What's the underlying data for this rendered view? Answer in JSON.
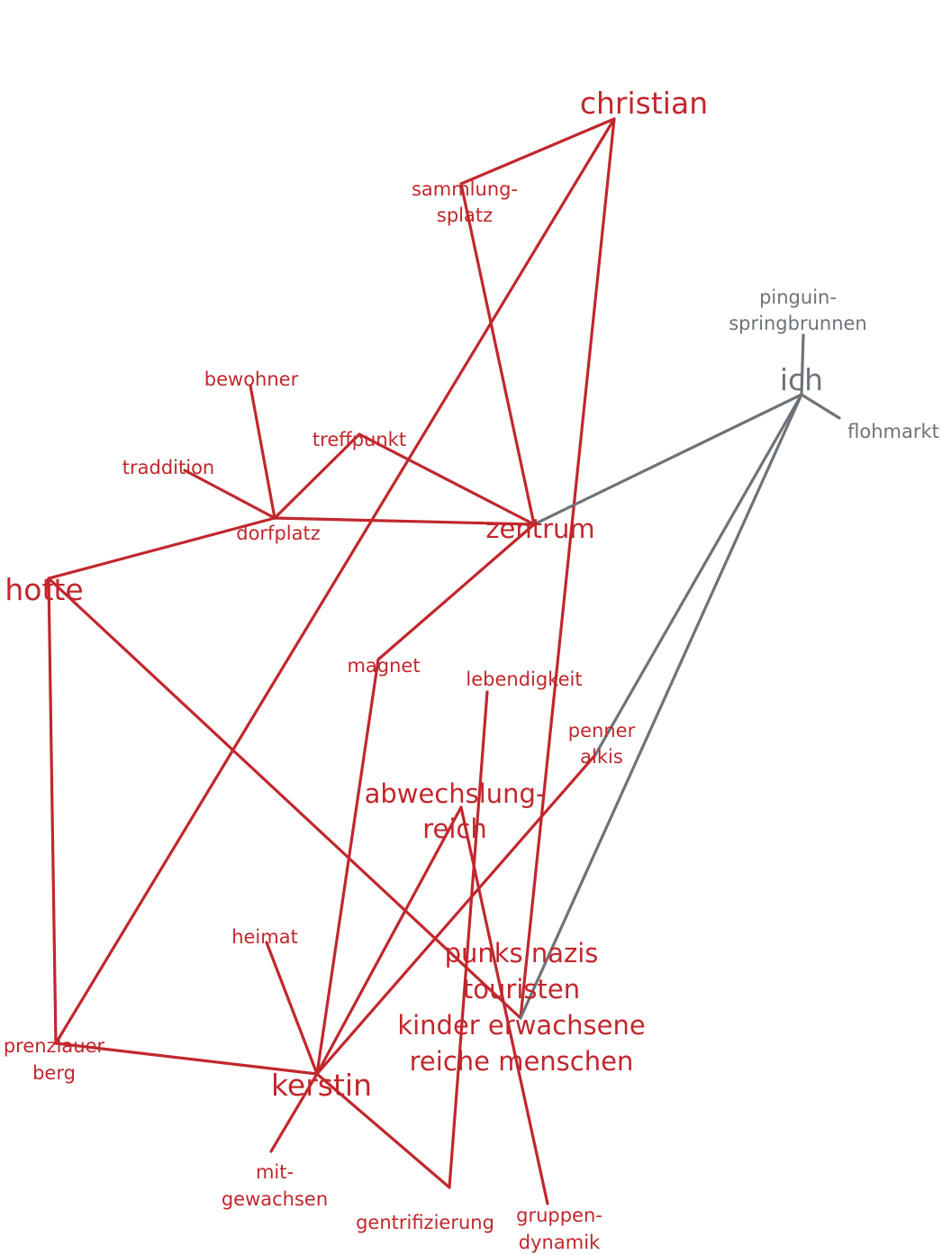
{
  "colors": {
    "red": "#c1272d",
    "gray": "#6d7378"
  },
  "nodes": {
    "christian": {
      "lines": [
        "christian"
      ],
      "color": "red"
    },
    "sammlungsplatz": {
      "lines": [
        "sammlung-",
        "splatz"
      ],
      "color": "red"
    },
    "pinguin": {
      "lines": [
        "pinguin-",
        "springbrunnen"
      ],
      "color": "gray"
    },
    "ich": {
      "lines": [
        "ich"
      ],
      "color": "gray"
    },
    "flohmarkt": {
      "lines": [
        "flohmarkt"
      ],
      "color": "gray"
    },
    "bewohner": {
      "lines": [
        "bewohner"
      ],
      "color": "red"
    },
    "treffpunkt": {
      "lines": [
        "treffpunkt"
      ],
      "color": "red"
    },
    "traddition": {
      "lines": [
        "traddition"
      ],
      "color": "red"
    },
    "dorfplatz": {
      "lines": [
        "dorfplatz"
      ],
      "color": "red"
    },
    "zentrum": {
      "lines": [
        "zentrum"
      ],
      "color": "red"
    },
    "hotte": {
      "lines": [
        "hotte"
      ],
      "color": "red"
    },
    "magnet": {
      "lines": [
        "magnet"
      ],
      "color": "red"
    },
    "lebendigkeit": {
      "lines": [
        "lebendigkeit"
      ],
      "color": "red"
    },
    "penner": {
      "lines": [
        "penner",
        "alkis"
      ],
      "color": "red"
    },
    "abwechslung": {
      "lines": [
        "abwechslung-",
        "reich"
      ],
      "color": "red"
    },
    "heimat": {
      "lines": [
        "heimat"
      ],
      "color": "red"
    },
    "punks": {
      "lines": [
        "punks nazis",
        "touristen",
        "kinder erwachsene",
        "reiche menschen"
      ],
      "color": "red"
    },
    "prenzlauer": {
      "lines": [
        "prenzlauer",
        "berg"
      ],
      "color": "red"
    },
    "kerstin": {
      "lines": [
        "kerstin"
      ],
      "color": "red"
    },
    "mitgewachsen": {
      "lines": [
        "mit-",
        "gewachsen"
      ],
      "color": "red"
    },
    "gentrifizierung": {
      "lines": [
        "gentrifizierung"
      ],
      "color": "red"
    },
    "gruppendynamik": {
      "lines": [
        "gruppen-",
        "dynamik"
      ],
      "color": "red"
    }
  },
  "edges": [
    {
      "from": "christian",
      "to": "sammlungsplatz",
      "color": "red"
    },
    {
      "from": "christian",
      "to": "prenzlauer",
      "color": "red"
    },
    {
      "from": "christian",
      "to": "punks",
      "color": "red"
    },
    {
      "from": "sammlungsplatz",
      "to": "zentrum",
      "color": "red"
    },
    {
      "from": "bewohner",
      "to": "dorfplatz",
      "color": "red"
    },
    {
      "from": "traddition",
      "to": "dorfplatz",
      "color": "red"
    },
    {
      "from": "treffpunkt",
      "to": "dorfplatz",
      "color": "red"
    },
    {
      "from": "treffpunkt",
      "to": "zentrum",
      "color": "red"
    },
    {
      "from": "dorfplatz",
      "to": "zentrum",
      "color": "red"
    },
    {
      "from": "dorfplatz",
      "to": "hotte",
      "color": "red"
    },
    {
      "from": "zentrum",
      "to": "magnet",
      "color": "red"
    },
    {
      "from": "hotte",
      "to": "prenzlauer",
      "color": "red"
    },
    {
      "from": "hotte",
      "to": "punks",
      "color": "red"
    },
    {
      "from": "magnet",
      "to": "kerstin",
      "color": "red"
    },
    {
      "from": "lebendigkeit",
      "to": "gentrifizierung",
      "color": "red"
    },
    {
      "from": "penner",
      "to": "kerstin",
      "color": "red"
    },
    {
      "from": "abwechslung",
      "to": "kerstin",
      "color": "red"
    },
    {
      "from": "abwechslung",
      "to": "gruppendynamik",
      "color": "red"
    },
    {
      "from": "heimat",
      "to": "kerstin",
      "color": "red"
    },
    {
      "from": "prenzlauer",
      "to": "kerstin",
      "color": "red"
    },
    {
      "from": "kerstin",
      "to": "mitgewachsen",
      "color": "red"
    },
    {
      "from": "kerstin",
      "to": "gentrifizierung",
      "color": "red"
    },
    {
      "from": "ich",
      "to": "pinguin",
      "color": "gray"
    },
    {
      "from": "ich",
      "to": "flohmarkt",
      "color": "gray"
    },
    {
      "from": "ich",
      "to": "zentrum",
      "color": "gray"
    },
    {
      "from": "ich",
      "to": "punks",
      "color": "gray"
    },
    {
      "from": "ich",
      "to": "penner",
      "color": "gray"
    }
  ]
}
